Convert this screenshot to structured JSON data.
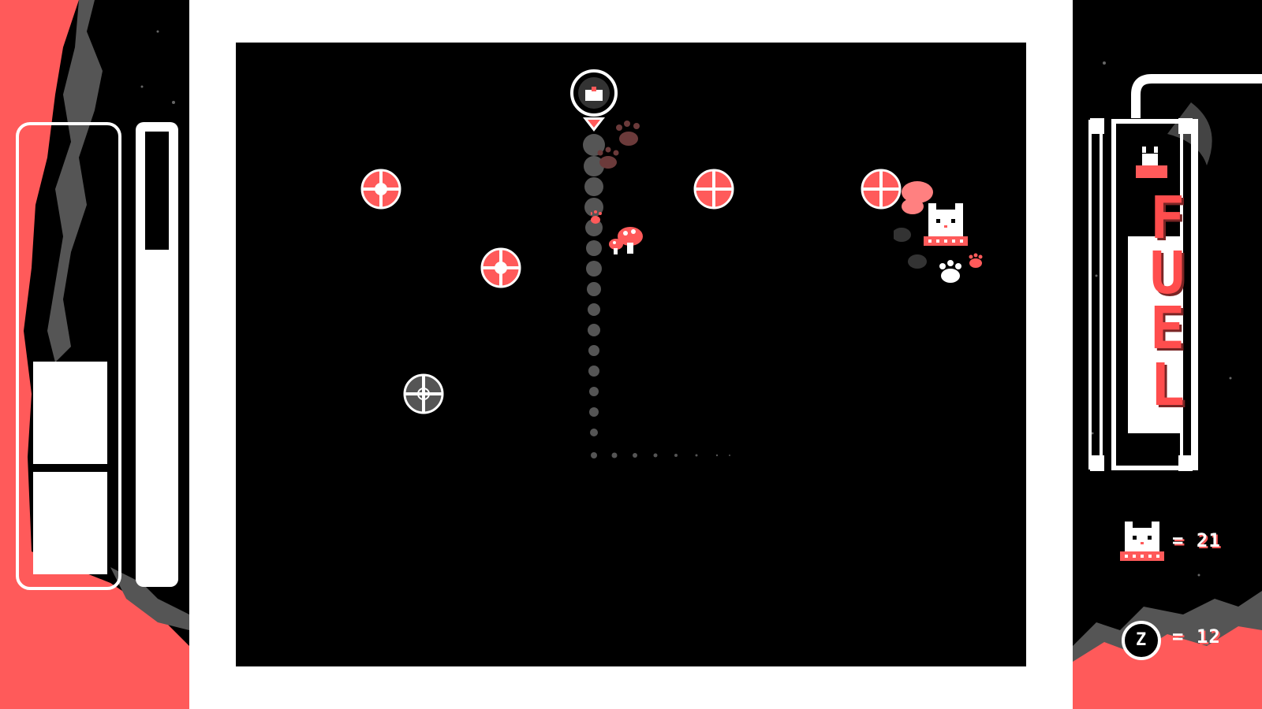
{
  "colors": {
    "accent_red": "#ff5a5a",
    "ash_gray": "#444444",
    "background": "#000000",
    "frame_white": "#ffffff"
  },
  "fuel_gauge": {
    "letters": [
      "F",
      "U",
      "E",
      "L"
    ]
  },
  "counters": {
    "cats_value": "= 21",
    "z_key_label": "Z",
    "z_value": "= 12"
  },
  "arena": {
    "targets": [
      {
        "name": "target-1",
        "state": "active-red"
      },
      {
        "name": "target-2",
        "state": "active-red"
      },
      {
        "name": "target-3",
        "state": "active-red"
      },
      {
        "name": "target-4",
        "state": "active-red"
      },
      {
        "name": "target-5",
        "state": "inactive-gray"
      }
    ]
  }
}
